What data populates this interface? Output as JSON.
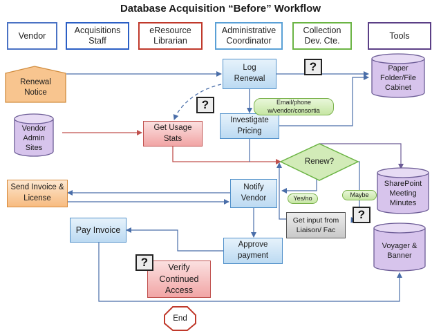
{
  "title": "Database Acquisition “Before” Workflow",
  "headers": [
    {
      "label": "Vendor"
    },
    {
      "label": "Acquisitions\nStaff"
    },
    {
      "label": "eResource\nLibrarian"
    },
    {
      "label": "Administrative\nCoordinator"
    },
    {
      "label": "Collection\nDev. Cte."
    },
    {
      "label": "Tools"
    }
  ],
  "nodes": {
    "renewal_notice": "Renewal\nNotice",
    "vendor_admin_sites": "Vendor\nAdmin\nSites",
    "send_invoice": "Send Invoice &\nLicense",
    "pay_invoice": "Pay Invoice",
    "get_usage_stats": "Get Usage\nStats",
    "verify_access": "Verify\nContinued\nAccess",
    "log_renewal": "Log\nRenewal",
    "investigate_pricing": "Investigate\nPricing",
    "notify_vendor": "Notify\nVendor",
    "approve_payment": "Approve\npayment",
    "renew_decision": "Renew?",
    "get_input": "Get input from\nLiaison/ Fac",
    "paper_folder": "Paper\nFolder/File\nCabinet",
    "sharepoint": "SharePoint\nMeeting\nMinutes",
    "voyager": "Voyager &\nBanner",
    "end": "End"
  },
  "labels": {
    "email_phone": "Email/phone\nw/vendor/consortia",
    "yes_no": "Yes/no",
    "maybe": "Maybe"
  },
  "question_mark": "?"
}
